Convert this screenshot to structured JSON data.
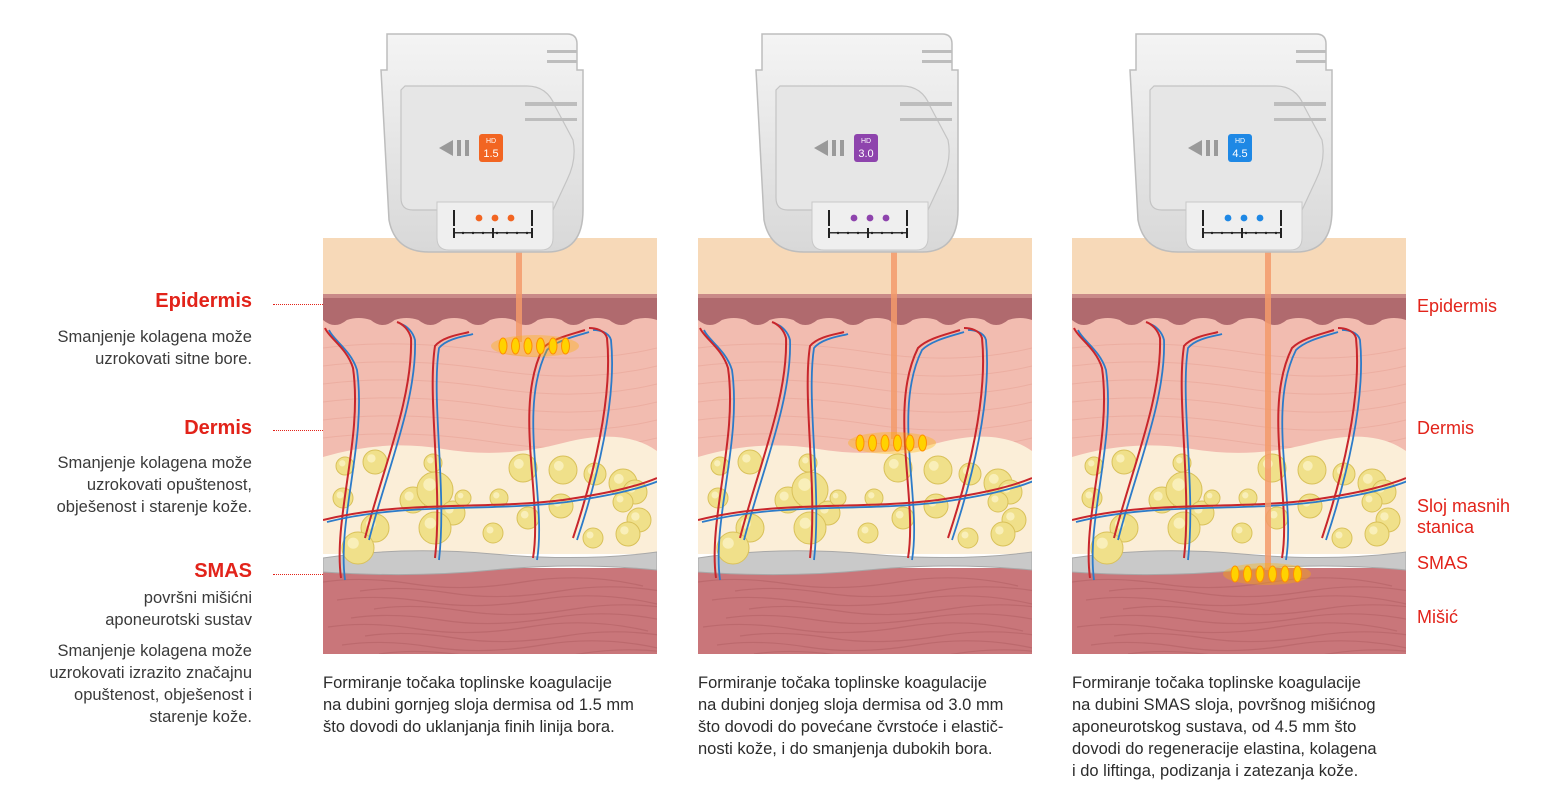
{
  "left_legend": {
    "epidermis": {
      "title": "Epidermis",
      "desc": "Smanjenje kolagena može\nuzrokovati sitne bore."
    },
    "dermis": {
      "title": "Dermis",
      "desc": "Smanjenje kolagena može\nuzrokovati opuštenost,\nobješenost i starenje kože."
    },
    "smas": {
      "title": "SMAS",
      "subtitle": "površni mišićni\naponeurotski sustav",
      "desc": "Smanjenje kolagena može\nuzrokovati izrazito značajnu\nopuštenost, obješenost i\nstarenje kože."
    }
  },
  "right_legend": {
    "epidermis": "Epidermis",
    "dermis": "Dermis",
    "fat": "Sloj masnih\nstanica",
    "smas": "SMAS",
    "muscle": "Mišić"
  },
  "panels": [
    {
      "badge_top": "HD",
      "badge_depth": "1.5",
      "color": "#f26522",
      "focus_layer": "upper dermis",
      "caption": "Formiranje točaka toplinske koagulacije\nna dubini gornjeg sloja dermisa od 1.5 mm\nšto dovodi do uklanjanja finih linija bora."
    },
    {
      "badge_top": "HD",
      "badge_depth": "3.0",
      "color": "#8e44ad",
      "focus_layer": "lower dermis",
      "caption": "Formiranje točaka toplinske koagulacije\nna dubini donjeg sloja dermisa od 3.0 mm\nšto dovodi do povećane čvrstoće i elastič-\nnosti kože, i do smanjenja dubokih bora."
    },
    {
      "badge_top": "HD",
      "badge_depth": "4.5",
      "color": "#1e88e5",
      "focus_layer": "SMAS",
      "caption": "Formiranje točaka toplinske koagulacije\nna dubini SMAS sloja, površnog mišićnog\naponeurotskog sustava, od 4.5 mm što\ndovodi do regeneracije elastina, kolagena\ni do liftinga, podizanja i zatezanja kože."
    }
  ],
  "colors": {
    "accent_red": "#e2231a",
    "skin_top": "#f7d9b8",
    "epidermis": "#b06a6e",
    "dermis": "#f2bcb0",
    "fat": "#fbeed8",
    "smas": "#c9c9c9",
    "muscle": "#c9767a",
    "beam": "#f39a6b",
    "focus": "#ffd200"
  }
}
